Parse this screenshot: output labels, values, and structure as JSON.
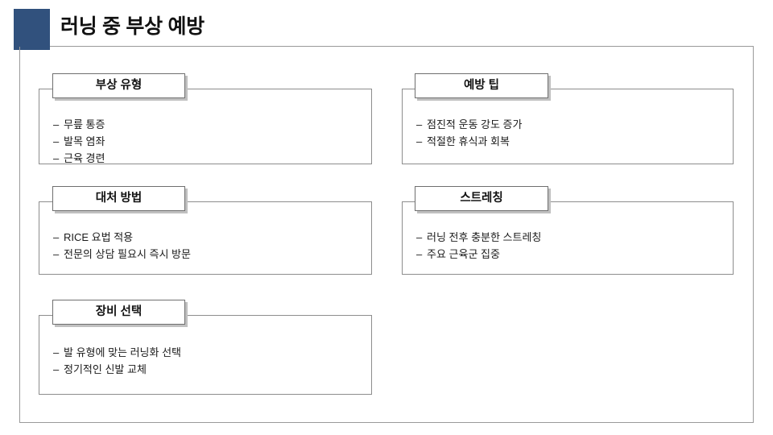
{
  "slide": {
    "title": "러닝 중 부상 예방",
    "accent_color": "#31517D",
    "border_color": "#9a9a9a",
    "background": "#ffffff"
  },
  "cards": [
    {
      "id": "injury-types",
      "heading": "부상 유형",
      "bullet_marker": "–",
      "bullets": [
        "무릎 통증",
        "발목 염좌",
        "근육 경련"
      ]
    },
    {
      "id": "prevention-tips",
      "heading": "예방 팁",
      "bullet_marker": "–",
      "bullets": [
        "점진적 운동 강도 증가",
        "적절한 휴식과 회복"
      ]
    },
    {
      "id": "treatment",
      "heading": "대처 방법",
      "bullet_marker": "–",
      "bullets": [
        "RICE 요법 적용",
        "전문의 상담 필요시 즉시 방문"
      ]
    },
    {
      "id": "stretching",
      "heading": "스트레칭",
      "bullet_marker": "–",
      "bullets": [
        "러닝 전후 충분한 스트레칭",
        "주요 근육군 집중"
      ]
    },
    {
      "id": "gear",
      "heading": "장비 선택",
      "bullet_marker": "–",
      "bullets": [
        "발 유형에 맞는 러닝화 선택",
        "정기적인 신발 교체"
      ]
    }
  ]
}
